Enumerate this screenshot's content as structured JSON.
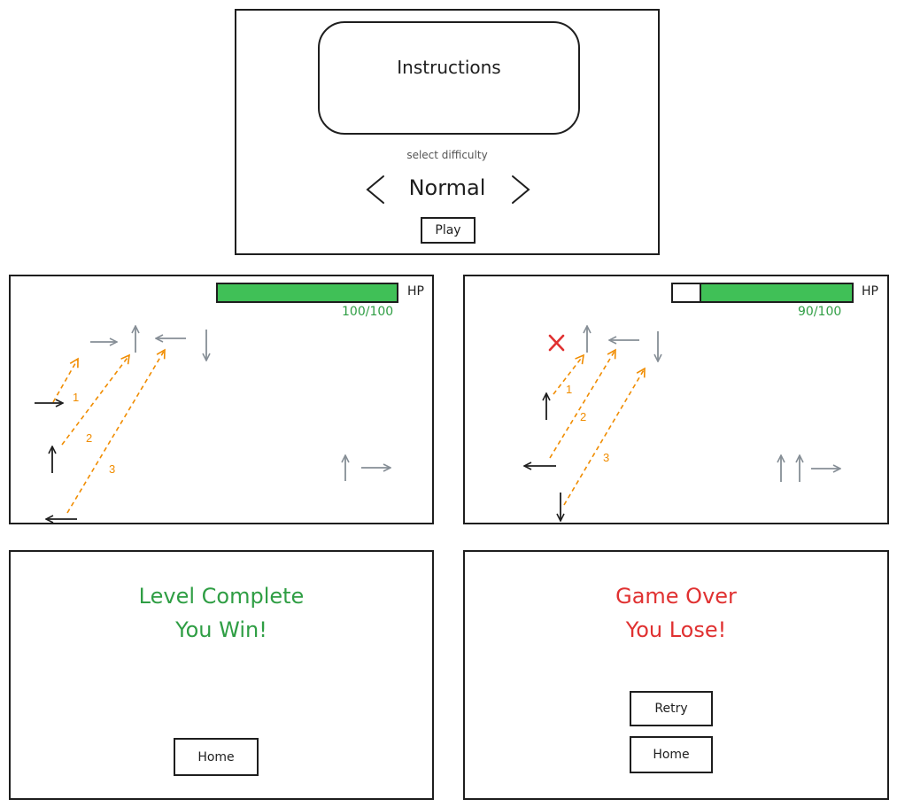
{
  "colors": {
    "ink": "#1e1e1e",
    "gray_arrow": "#868e96",
    "hint_orange": "#f08c00",
    "hp_green": "#40c057",
    "hp_text_green": "#2f9e44",
    "win_green": "#2f9e44",
    "lose_red": "#e03131"
  },
  "menu": {
    "instructions_label": "Instructions",
    "difficulty_caption": "select difficulty",
    "difficulty_value": "Normal",
    "prev_icon": "chevron-left-icon",
    "next_icon": "chevron-right-icon",
    "play_label": "Play"
  },
  "gameplay_full": {
    "hp_label": "HP",
    "hp_value": "100/100",
    "hp_fraction": 1.0,
    "step_labels": [
      "1",
      "2",
      "3"
    ]
  },
  "gameplay_damaged": {
    "hp_label": "HP",
    "hp_value": "90/100",
    "hp_fraction": 0.84,
    "miss_icon": "x-mark-icon",
    "step_labels": [
      "1",
      "2",
      "3"
    ]
  },
  "win_screen": {
    "line1": "Level Complete",
    "line2": "You Win!",
    "home_label": "Home"
  },
  "lose_screen": {
    "line1": "Game Over",
    "line2": "You Lose!",
    "retry_label": "Retry",
    "home_label": "Home"
  }
}
